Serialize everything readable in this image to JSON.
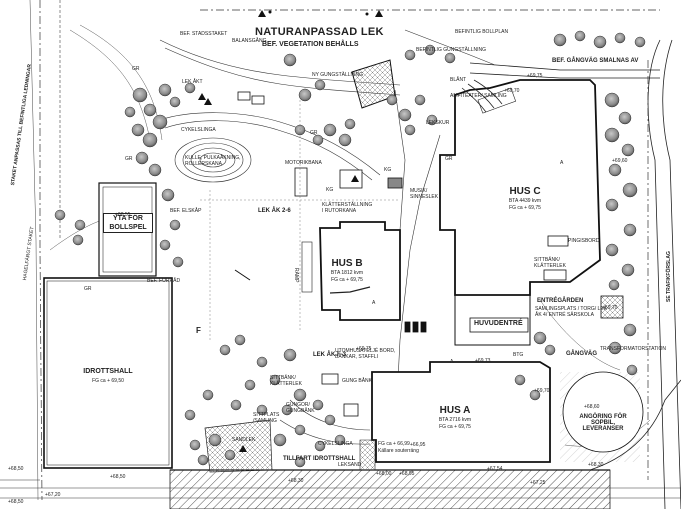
{
  "labels": {
    "naturanpassad_lek": "NATURANPASSAD LEK",
    "bef_vegetation": "BEF. VEGETATION BEHÅLLS",
    "bef_stadsstaket": "BEF. STADSSTAKET",
    "balansgang": "BALANSGÅNG",
    "bef_gungstallning": "BEFINTLIG GUNGSTÄLLNING",
    "befintlig_bollplan": "BEFINTLIG BOLLPLAN",
    "bef_gangvag": "BEF. GÅNGVÄG SMALNAS AV",
    "ny_gungstallning": "NY GUNGSTÄLLNING",
    "blant": "BLÅNT",
    "amfiteater": "AMFITEATER/ SAMLING",
    "lekskur": "LEKSKUR",
    "lek_akt": "LEK ÅKT",
    "cykelslinga": "CYKELSLINGA",
    "kulle": "KULLE, PULKAÅKNING, ROLLERSKANA",
    "motorikbana": "MOTORIKBANA",
    "klatterstallning": "KLÄTTERSTÄLLNING I RUTORKANA",
    "musik_sinneslek": "MUSIK/ SINNESLEK",
    "staket_west": "STAKET ANPASSAS TILL BEFINTLIGA LEDNINGAR",
    "staket_left": "HAGELFÄRGT STAKET",
    "bef_elskap": "BEF. ELSKÅP",
    "bef_forrad": "BEF. FÖRRÅD",
    "lek_ak_26": "LEK ÅK 2-6",
    "lek_ak_f3": "LEK ÅK F-3",
    "utomhusatelje": "UTOMHUSATELJÉ BORD, BÄNKAR, STAFFLI",
    "sittbank_klatterlek": "SITTBÄNK/ KLÄTTERLEK",
    "sittplats_samling": "SITTPLATS /SAMLING",
    "gungor": "GUNGOR/ GUNGBÅNK",
    "gung_bank": "GUNG BÅNK",
    "sandlek": "SANDLEK",
    "cykelslinga2": "CYKELSLINGA",
    "leksand": "LEKSAND",
    "pingisbord": "PINGISBORD",
    "sittbank_east": "SITTBÄNK/ KLÄTTERLEK",
    "entregarden": "ENTRÉGÅRDEN",
    "samlingsplats": "SAMLINGSPLATS / TORG/ LEK ÅK 4/ ENTRÉ SÄRSKOLA",
    "huvudentre": "HUVUDENTRÉ",
    "gangvag": "GÅNGVÄG",
    "transformator": "TRANSFORMATORSTATION",
    "angoring": "ANGÖRING FÖR SOPBIL, LEVERANSER",
    "tillfart": "TILLFART IDROTTSHALL",
    "trafikforslag": "SE TRAFIKFÖRSLAG",
    "yta_bollspel": "YTA FÖR BOLLSPEL",
    "ramp": "RAMP",
    "hus_c": "HUS C",
    "hus_c_bta": "BTA 4439 kvm",
    "hus_c_fg": "FG ca + 69,75",
    "hus_b": "HUS B",
    "hus_b_bta": "BTA 1812 kvm",
    "hus_b_fg": "FG ca + 69,75",
    "hus_a": "HUS A",
    "hus_a_bta": "BTA 2716 kvm",
    "hus_a_fg": "FG ca + 69,75",
    "hus_a_fg2": "FG ca + 66,99",
    "hus_a_kallare": "Källare souterräng",
    "idrottshall": "IDROTTSHALL",
    "idrottshall_fg": "FG ca + 69,50",
    "btg": "BTG",
    "gr": "GR",
    "kg": "KG",
    "a": "A",
    "f": "F"
  },
  "levels": [
    "+69,75",
    "+69,70",
    "+69,60",
    "+69,70",
    "+68,50",
    "+68,95",
    "+69,75",
    "+69,73",
    "+69,70",
    "+68,60",
    "+68,30",
    "+67,25",
    "+68,00",
    "+66,95",
    "+67,54",
    "+68,30",
    "+68,50",
    "+68,50",
    "+68,55",
    "+67,20"
  ],
  "colors": {
    "line": "#1a1a1a",
    "tree_canopy": "#9a9a9a",
    "hatch": "#555555"
  }
}
